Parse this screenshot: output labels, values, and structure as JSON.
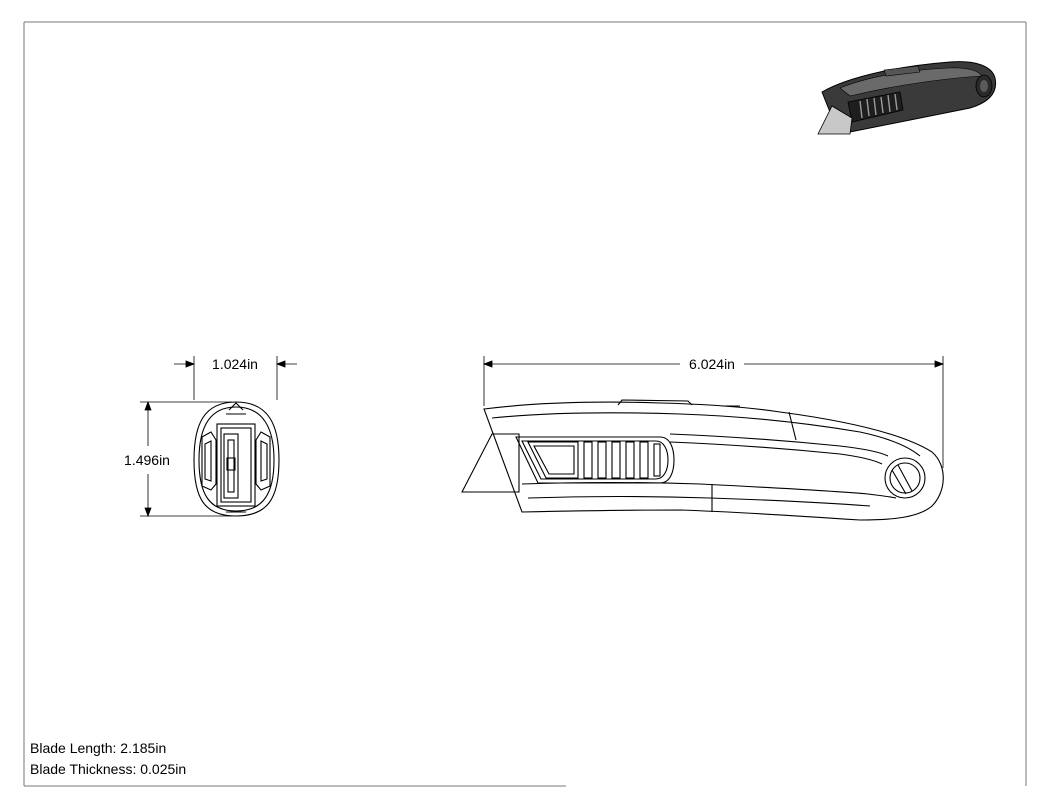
{
  "dimensions": {
    "width_label": "1.024in",
    "height_label": "1.496in",
    "length_label": "6.024in"
  },
  "notes": {
    "blade_length": "Blade Length: 2.185in",
    "blade_thickness": "Blade Thickness: 0.025in"
  },
  "colors": {
    "line": "#000000",
    "iso_body": "#3a3a3a",
    "iso_light": "#c8c8c8"
  }
}
